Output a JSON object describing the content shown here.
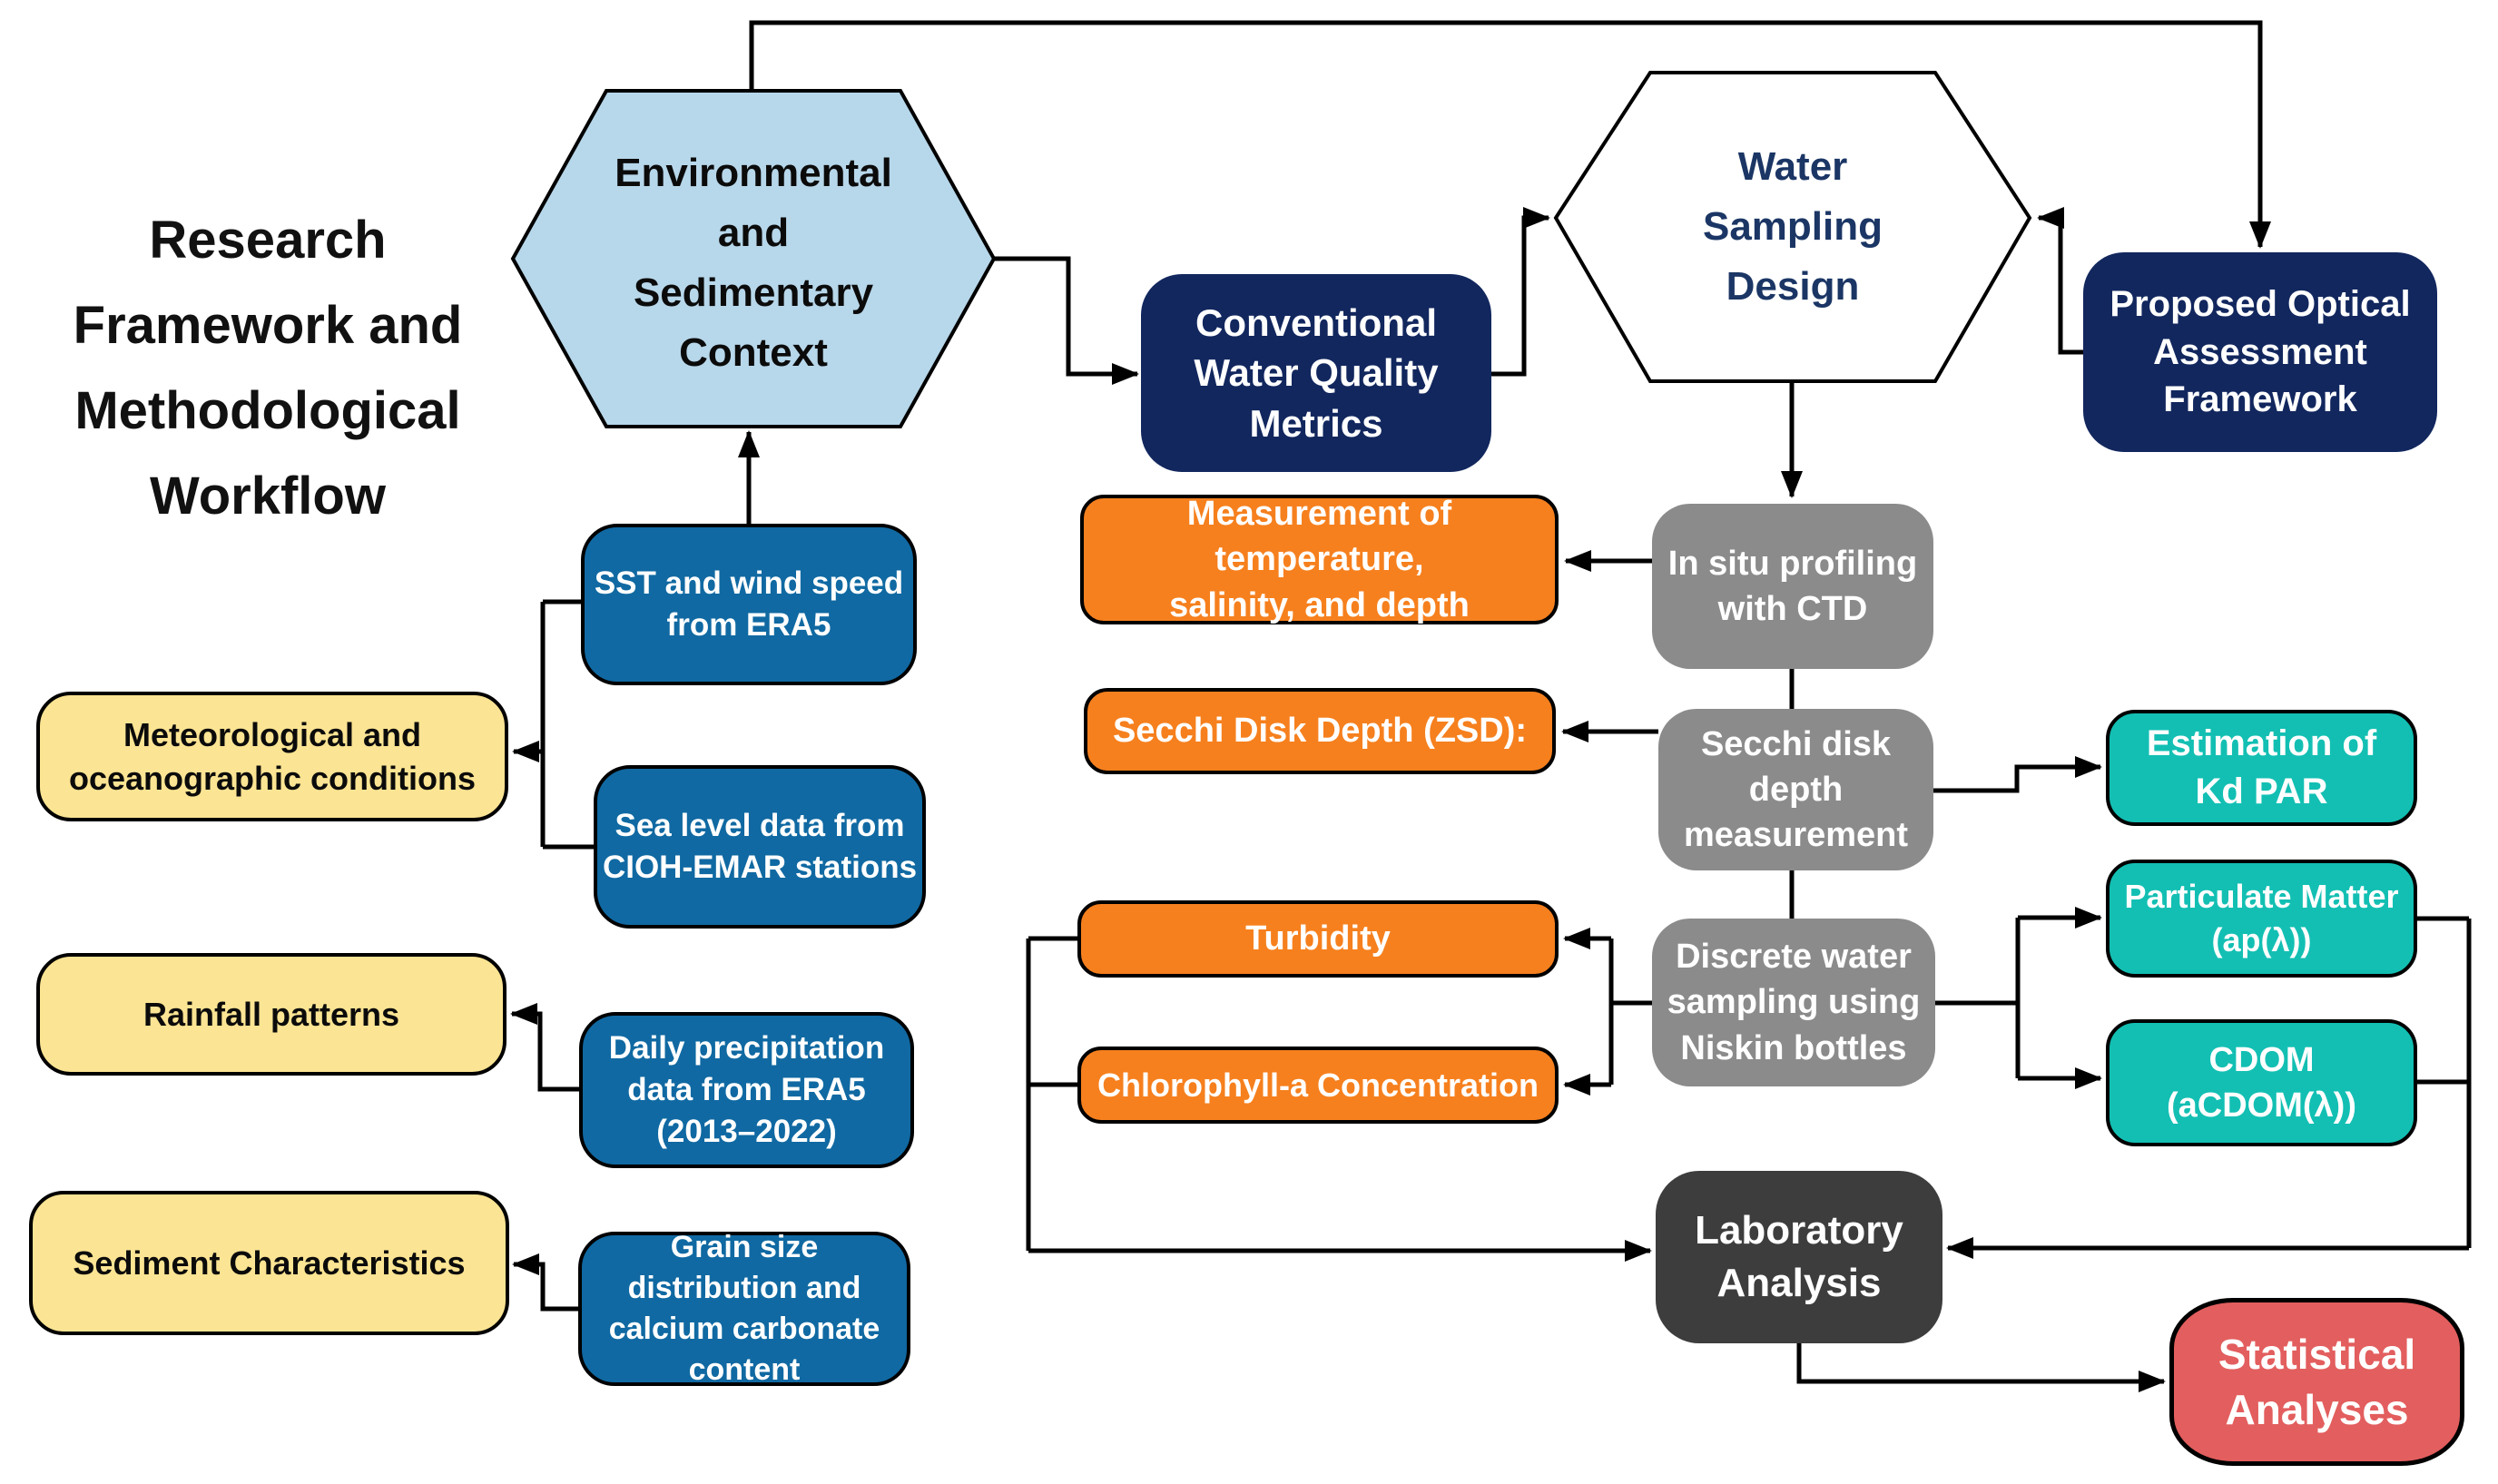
{
  "title": {
    "text": "Research\nFramework and\nMethodological\nWorkflow"
  },
  "colors": {
    "lightblue": "#B7D7EA",
    "navy": "#12275E",
    "steelblue": "#1069A2",
    "yellow": "#FBE493",
    "orange": "#F6801E",
    "gray": "#8B8B8B",
    "charcoal": "#3D3D3D",
    "teal": "#13BFB3",
    "red": "#E35E5E",
    "navytext": "#1B3665",
    "line": "#000000"
  },
  "nodes": {
    "env_context": {
      "label": "Environmental\nand\nSedimentary\nContext"
    },
    "water_design": {
      "label": "Water\nSampling\nDesign"
    },
    "conventional": {
      "label": "Conventional\nWater Quality\nMetrics"
    },
    "proposed": {
      "label": "Proposed Optical\nAssessment\nFramework"
    },
    "sst": {
      "label": "SST and wind speed\nfrom ERA5"
    },
    "sea_level": {
      "label": "Sea level data from\nCIOH-EMAR stations"
    },
    "daily_precip": {
      "label": "Daily precipitation\ndata from ERA5\n(2013–2022)"
    },
    "grain_size": {
      "label": "Grain size\ndistribution and\ncalcium carbonate\ncontent"
    },
    "meteo": {
      "label": "Meteorological and\noceanographic conditions"
    },
    "rainfall": {
      "label": "Rainfall patterns"
    },
    "sediment": {
      "label": "Sediment Characteristics"
    },
    "measurement": {
      "label": "Measurement of temperature,\nsalinity, and depth"
    },
    "zsd": {
      "label": "Secchi Disk Depth (ZSD):"
    },
    "turbidity": {
      "label": "Turbidity"
    },
    "chlorophyll": {
      "label": "Chlorophyll-a Concentration"
    },
    "ctd": {
      "label": "In situ profiling\nwith CTD"
    },
    "secchi": {
      "label": "Secchi disk\ndepth\nmeasurement"
    },
    "discrete": {
      "label": "Discrete water\nsampling using\nNiskin bottles"
    },
    "kd_par": {
      "label": "Estimation of\nKd PAR"
    },
    "particulate": {
      "label": "Particulate Matter\n(ap(λ))"
    },
    "cdom": {
      "label": "CDOM\n(aCDOM(λ))"
    },
    "lab": {
      "label": "Laboratory\nAnalysis"
    },
    "stats": {
      "label": "Statistical\nAnalyses"
    }
  }
}
